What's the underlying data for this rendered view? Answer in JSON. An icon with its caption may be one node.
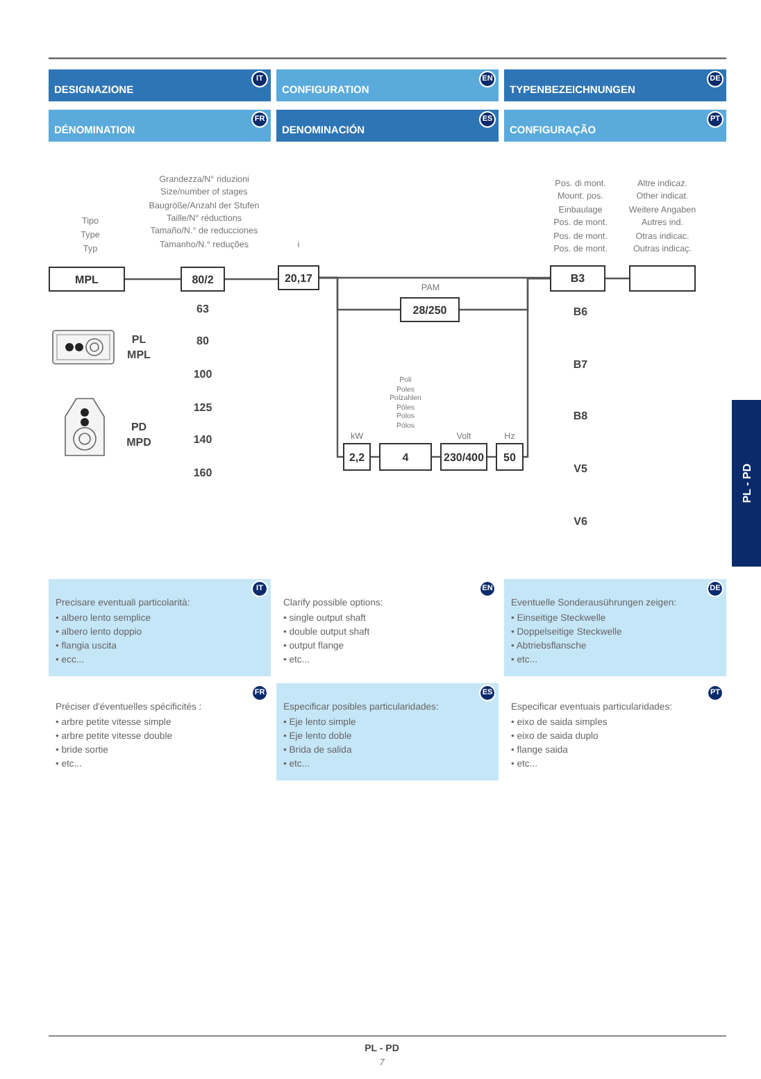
{
  "diagram": {
    "nodes": [
      {
        "text": [
          "DESIGNAZIONE"
        ]
      },
      {
        "text": [
          "IT"
        ],
        "in": 0
      },
      {
        "text": [
          "CONFIGURATION"
        ]
      },
      {
        "text": [
          "EN"
        ],
        "in": 2
      },
      {
        "text": [
          "TYPENBEZEICHNUNGEN"
        ]
      },
      {
        "text": [
          "DE"
        ],
        "in": 4
      },
      {
        "text": [
          "DÉNOMINATION"
        ]
      },
      {
        "text": [
          "FR"
        ],
        "in": 6
      },
      {
        "text": [
          "DENOMINACIÓN"
        ]
      },
      {
        "text": [
          "ES"
        ],
        "in": 8
      },
      {
        "text": [
          "CONFIGURAÇÃO"
        ]
      },
      {
        "text": [
          "PT"
        ],
        "in": 10
      },
      {
        "text": [
          "MPL"
        ],
        "beside": [
          "Tipo",
          "Type",
          "Typ"
        ]
      },
      {
        "text": [
          "80/2"
        ],
        "beside": [
          "Grandezza/N° riduzioni",
          "Size/number of stages",
          "Baugröße/Anzahl der Stufen",
          "Taille/N° réductions",
          "Tamaño/N.° de reducciones",
          "Tamanho/N.° reduções"
        ]
      },
      {
        "text": [
          "20,17"
        ],
        "beside": [
          "i"
        ]
      },
      {
        "text": [
          "B3"
        ],
        "beside": [
          "Pos. di mont.",
          "Mount. pos.",
          "Einbaulage",
          "Pos. de mont.",
          "Pos. de mont.",
          "Pos. de mont."
        ]
      },
      {
        "text": [],
        "shape": "box",
        "beside": [
          "Altre indicaz.",
          "Other indicat.",
          "Weitere Angaben",
          "Autres ind.",
          "Otras indicac.",
          "Outras indicaç."
        ]
      },
      {
        "text": [
          "28/250"
        ],
        "beside": [
          "PAM"
        ]
      },
      {
        "text": [
          "2,2"
        ],
        "beside": [
          "kW"
        ]
      },
      {
        "text": [
          "4"
        ],
        "beside": [
          "Poli",
          "Poles",
          "Polzahlen",
          "Pôles",
          "Polos",
          "Pólos"
        ]
      },
      {
        "text": [
          "230/400"
        ],
        "beside": [
          "Volt"
        ]
      },
      {
        "text": [
          "50"
        ],
        "beside": [
          "Hz"
        ]
      },
      {
        "text": [
          "PL - PD"
        ]
      },
      {
        "text": [
          "Precisare eventuali particolarità:",
          "• albero lento semplice",
          "• albero lento doppio",
          "• flangia uscita",
          "• ecc..."
        ]
      },
      {
        "text": [
          "IT"
        ],
        "in": 23
      },
      {
        "text": [
          "Clarify possible options:",
          "• single output shaft",
          "• double output shaft",
          "• output flange",
          "• etc..."
        ]
      },
      {
        "text": [
          "EN"
        ],
        "in": 25
      },
      {
        "text": [
          "Eventuelle Sonderausührungen zeigen:",
          "• Einseitige Steckwelle",
          "• Doppelseitige Steckwelle",
          "• Abtriebsflansche",
          "• etc..."
        ]
      },
      {
        "text": [
          "DE"
        ],
        "in": 27
      },
      {
        "text": [
          "Préciser d'éventuelles spécificités :",
          "• arbre petite vitesse simple",
          "• arbre petite vitesse double",
          "• bride sortie",
          "• etc..."
        ]
      },
      {
        "text": [
          "FR"
        ],
        "in": 29
      },
      {
        "text": [
          "Especificar posibles particularidades:",
          "• Eje lento simple",
          "• Eje lento doble",
          "• Brida de salida",
          "• etc..."
        ]
      },
      {
        "text": [
          "ES"
        ],
        "in": 31
      },
      {
        "text": [
          "Especificar eventuais particularidades:",
          "• eixo de saida simples",
          "• eixo de saida duplo",
          "• flange saida",
          "• etc..."
        ]
      },
      {
        "text": [
          "PT"
        ],
        "in": 33
      }
    ],
    "edges": [
      {
        "from": 12,
        "to": 13,
        "arrow": "none"
      },
      {
        "from": 13,
        "to": 14,
        "arrow": "none"
      },
      {
        "from": 14,
        "to": 15,
        "arrow": "none"
      },
      {
        "from": 14,
        "to": 17,
        "arrow": "none"
      },
      {
        "from": 17,
        "to": 15,
        "arrow": "none"
      },
      {
        "from": 14,
        "to": 18,
        "arrow": "none"
      },
      {
        "from": 18,
        "to": 19,
        "arrow": "none"
      },
      {
        "from": 19,
        "to": 20,
        "arrow": "none"
      },
      {
        "from": 20,
        "to": 21,
        "arrow": "none"
      },
      {
        "from": 21,
        "to": 15,
        "arrow": "none"
      },
      {
        "from": 15,
        "to": 16,
        "arrow": "none"
      }
    ],
    "labels": [
      "63",
      "80",
      "100",
      "125",
      "140",
      "160",
      "PL",
      "MPL",
      "PD",
      "MPD",
      "B6",
      "B7",
      "B8",
      "V5",
      "V6",
      "PL - PD",
      "7"
    ]
  }
}
